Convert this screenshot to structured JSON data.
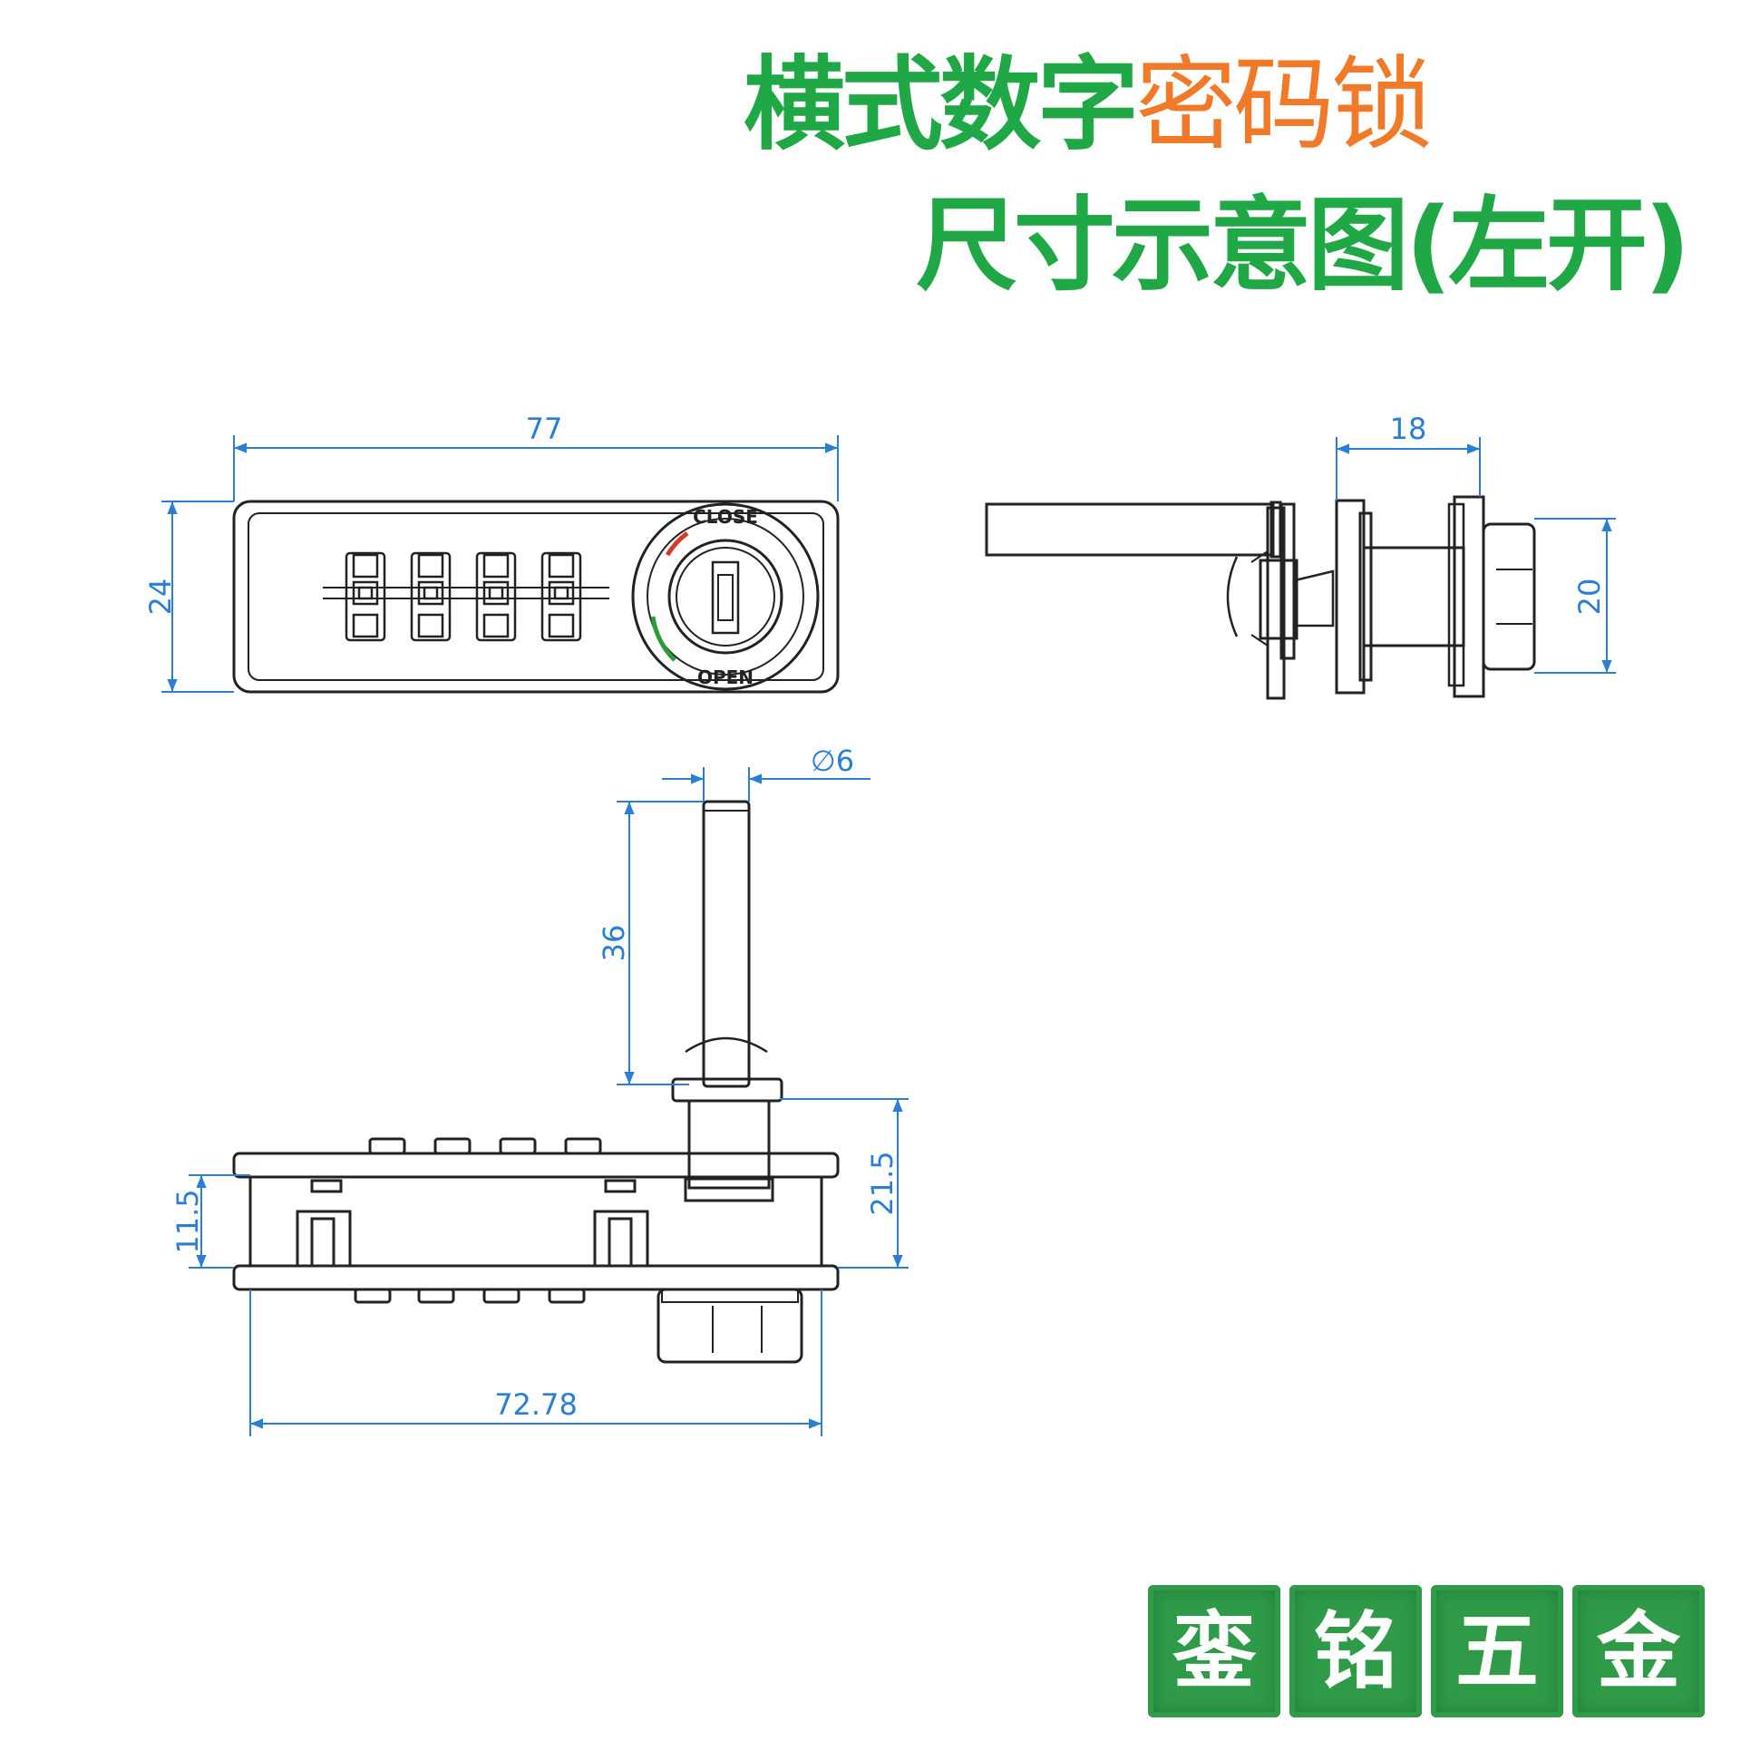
{
  "title": {
    "line1_green": "横式数字",
    "line1_orange": "密码锁",
    "line2": "尺寸示意图(左开)"
  },
  "dimensions": {
    "width_total": "77",
    "height_front": "24",
    "side_depth": "18",
    "side_height": "20",
    "shaft_diameter": "∅6",
    "shaft_length": "36",
    "body_height_left": "11.5",
    "body_height_right": "21.5",
    "bottom_width": "72.78"
  },
  "dial_labels": {
    "close": "CLOSE",
    "open": "OPEN"
  },
  "brand_seal": [
    "銮",
    "铭",
    "五",
    "金"
  ],
  "colors": {
    "title_green": "#1fa845",
    "title_orange": "#f07a28",
    "dimension_blue": "#2a7fd4",
    "seal_green": "#2f9a48",
    "close_marker": "#d63a2a",
    "open_marker": "#2a9d3a"
  }
}
